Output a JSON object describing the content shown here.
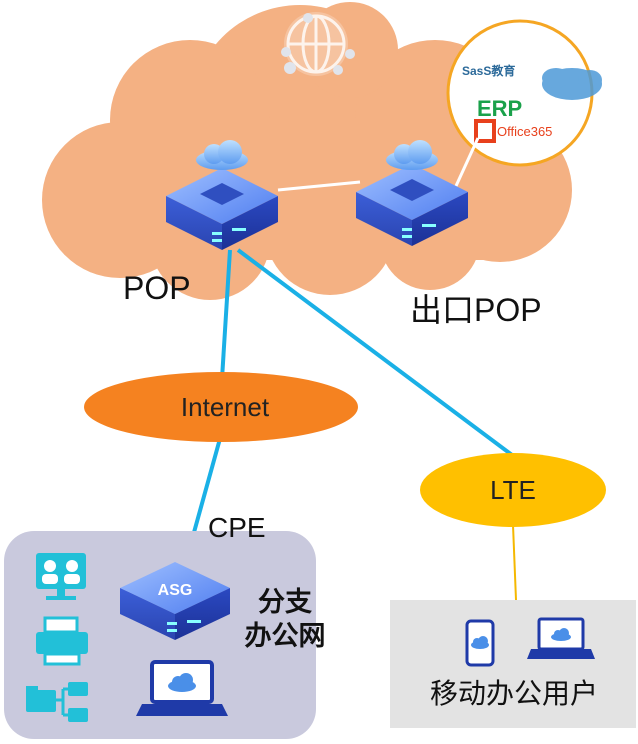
{
  "nodes": {
    "pop": "POP",
    "exit_pop": "出口POP",
    "internet": "Internet",
    "lte": "LTE",
    "cpe": "CPE",
    "asg": "ASG",
    "branch_line1": "分支",
    "branch_line2": "办公网",
    "mobile_users": "移动办公用户"
  },
  "saas_apps": {
    "saas_edu": "SasS教育",
    "erp": "ERP",
    "office": "Office365"
  },
  "colors": {
    "cloud": "#f4b183",
    "internet_ellipse": "#f58220",
    "lte_ellipse": "#ffc000",
    "link_blue": "#1ab0e6",
    "link_yellow": "#f5b800",
    "branch_box": "#c9c9dd",
    "mobile_box": "#e3e3e3",
    "apps_circle": "#f5a623",
    "device_icon": "#22c0d8"
  },
  "icons": [
    "globe-icon",
    "salesforce-icon",
    "office365-icon",
    "server-icon",
    "video-conference-icon",
    "printer-icon",
    "folder-tree-icon",
    "laptop-cloud-icon",
    "phone-cloud-icon"
  ]
}
